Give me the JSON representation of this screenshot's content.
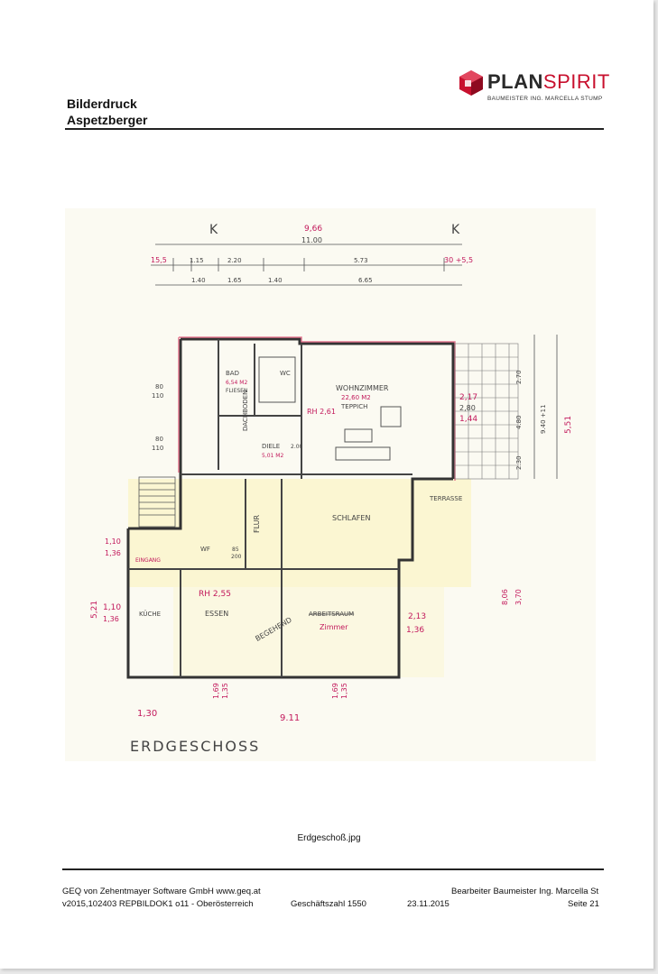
{
  "header": {
    "title_line1": "Bilderdruck",
    "title_line2": "Aspetzberger"
  },
  "logo": {
    "brand_part1": "PLAN",
    "brand_part2": "SPIRIT",
    "subtitle": "BAUMEISTER ING. MARCELLA STUMP",
    "accent_color": "#c8102e",
    "dark_color": "#2a2a2a",
    "icon": "cube-logo-icon"
  },
  "plan": {
    "title": "ERDGESCHOSS",
    "rooms": {
      "bad": "BAD",
      "wc": "WC",
      "wohnzimmer": "WOHNZIMMER",
      "teppich": "TEPPICH",
      "diele": "DIELE",
      "flur": "FLUR",
      "schlafen": "SCHLAFEN",
      "terrasse": "TERRASSE",
      "kueche": "KÜCHE",
      "essen": "ESSEN",
      "arbeitsraum": "ARBEITSRAUM",
      "zimmer": "Zimmer",
      "dachboden": "DACHBODEN",
      "eingang": "EINGANG",
      "wf": "WF",
      "begehend": "BEGEHEND"
    },
    "dims": {
      "top_total": "11.00",
      "top_red": "9,66",
      "bottom_total": "9.11",
      "bottom_left": "1,30",
      "right_total": "9.40 +11",
      "right_red": "5,51",
      "left_red": "5,21",
      "rh_top": "RH 2,61",
      "rh_bottom": "RH 2,55",
      "room_right_a": "2,13",
      "room_right_b": "1,36",
      "room_left_a": "1,10",
      "room_left_b": "1,36",
      "row_seg1": "15,5",
      "row_seg2": "1.15",
      "row_seg3": "2.20",
      "row_seg4": "5.73",
      "row_seg5": "30 +5,5",
      "row2_seg1": "1.40",
      "row2_seg2": "1.65",
      "row2_seg3": "1.40",
      "row2_seg4": "6.65",
      "level_a": "80",
      "level_b": "110",
      "vert_a": "2.70",
      "vert_b": "4.80",
      "vert_c": "2.30",
      "wohn_area": "22,60 M2",
      "diele_dims": "2.00",
      "diele_area": "5,01 M2",
      "bad_area": "6,54 M2",
      "bad_floor": "FLIESEN",
      "right_stack_a": "2,17",
      "right_stack_b": "2,80",
      "right_stack_c": "1,44",
      "right_far_a": "8,06",
      "right_far_b": "3,70",
      "flur_a": "85",
      "flur_b": "200",
      "bottom_mark_a": "1,69",
      "bottom_mark_b": "1,35"
    },
    "grid_marks": {
      "k_left": "K",
      "k_right": "K"
    }
  },
  "caption": "Erdgeschoß.jpg",
  "footer": {
    "line1_left": "GEQ von Zehentmayer Software GmbH www.geq.at",
    "line2_left": "v2015,102403 REPBILDOK1 o11 - Oberösterreich",
    "file_number": "Geschäftszahl 1550",
    "date": "23.11.2015",
    "editor": "Bearbeiter Baumeister Ing. Marcella St",
    "page": "Seite 21"
  }
}
